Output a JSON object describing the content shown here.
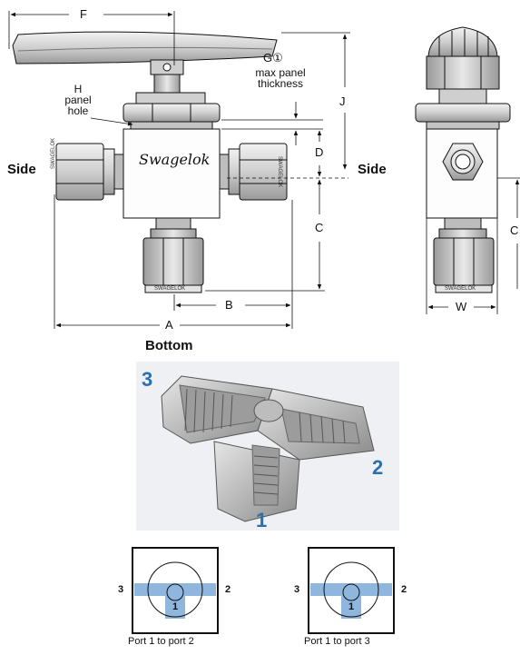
{
  "colors": {
    "line": "#111111",
    "metal_light": "#d9d9d9",
    "metal_mid": "#b5b5b5",
    "metal_dark": "#7d7d7d",
    "port_number": "#2a6fb0",
    "flow_band": "#8fb6dc"
  },
  "dimensions": {
    "F": "F",
    "G": "G",
    "G_note": "①",
    "G_desc_1": "max panel",
    "G_desc_2": "thickness",
    "H": "H",
    "H_desc_1": "panel",
    "H_desc_2": "hole",
    "J": "J",
    "D": "D",
    "C": "C",
    "C_right": "C",
    "B": "B",
    "A": "A",
    "W": "W"
  },
  "views": {
    "side_left": "Side",
    "side_right": "Side",
    "bottom": "Bottom"
  },
  "brand": {
    "logo": "Swagelok",
    "nut_etch": "SWAGELOK"
  },
  "ports": {
    "p1": "1",
    "p2": "2",
    "p3": "3"
  },
  "schematics": [
    {
      "left": "3",
      "right": "2",
      "center": "1",
      "caption": "Port 1 to port 2"
    },
    {
      "left": "3",
      "right": "2",
      "center": "1",
      "caption": "Port 1 to port 3"
    }
  ]
}
